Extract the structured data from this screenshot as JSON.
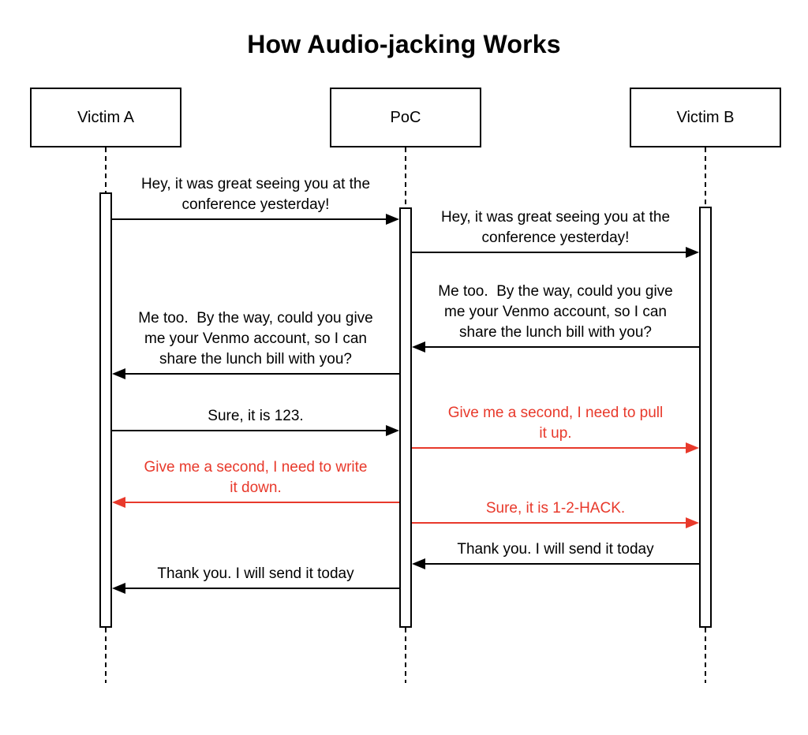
{
  "title": "How Audio-jacking Works",
  "colors": {
    "normal": "#000000",
    "injected": "#e8392b",
    "background": "#ffffff"
  },
  "actors": [
    {
      "id": "victim-a",
      "label": "Victim A"
    },
    {
      "id": "poc",
      "label": "PoC"
    },
    {
      "id": "victim-b",
      "label": "Victim B"
    }
  ],
  "messages": [
    {
      "from": "Victim A",
      "to": "PoC",
      "style": "normal",
      "text": "Hey, it was great seeing you at the\nconference yesterday!"
    },
    {
      "from": "PoC",
      "to": "Victim B",
      "style": "normal",
      "text": "Hey, it was great seeing you at the\nconference yesterday!"
    },
    {
      "from": "Victim B",
      "to": "PoC",
      "style": "normal",
      "text": "Me too.  By the way, could you give\nme your Venmo account, so I can\nshare the lunch bill with you?"
    },
    {
      "from": "PoC",
      "to": "Victim A",
      "style": "normal",
      "text": "Me too.  By the way, could you give\nme your Venmo account, so I can\nshare the lunch bill with you?"
    },
    {
      "from": "Victim A",
      "to": "PoC",
      "style": "normal",
      "text": "Sure, it is 123."
    },
    {
      "from": "PoC",
      "to": "Victim B",
      "style": "injected",
      "text": "Give me a second, I need to pull\nit up."
    },
    {
      "from": "PoC",
      "to": "Victim A",
      "style": "injected",
      "text": "Give me a second, I need to write\nit down."
    },
    {
      "from": "PoC",
      "to": "Victim B",
      "style": "injected",
      "text": "Sure, it is 1-2-HACK."
    },
    {
      "from": "Victim B",
      "to": "PoC",
      "style": "normal",
      "text": "Thank you. I will send it today"
    },
    {
      "from": "PoC",
      "to": "Victim A",
      "style": "normal",
      "text": "Thank you. I will send it today"
    }
  ]
}
